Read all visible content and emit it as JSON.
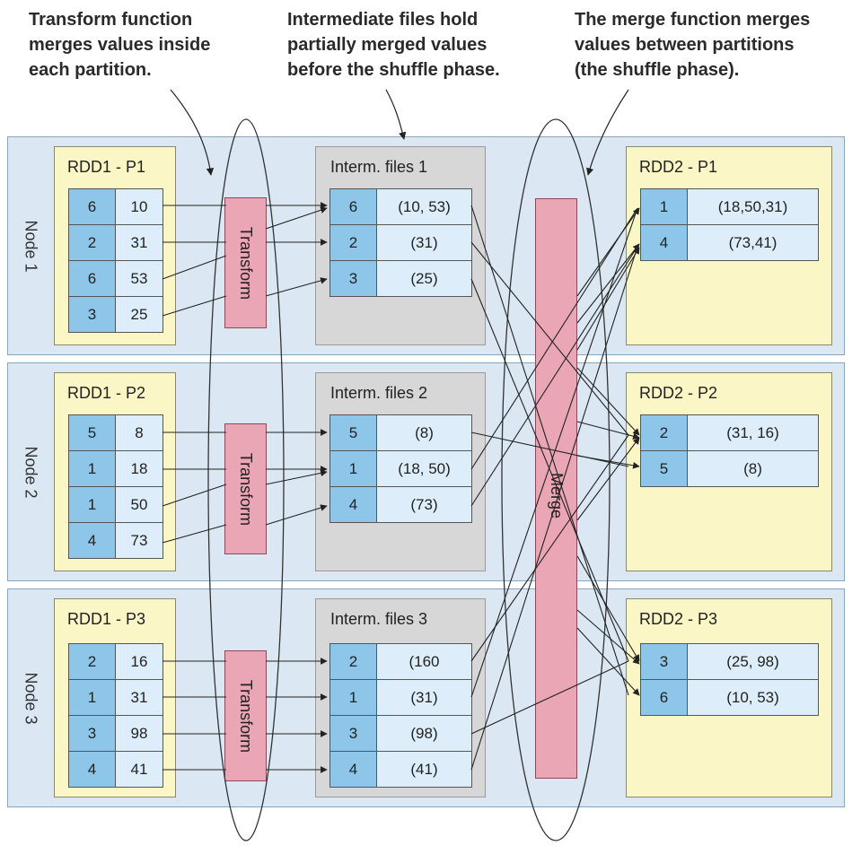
{
  "callouts": {
    "transform": "Transform function\nmerges values inside\neach partition.",
    "intermediate": "Intermediate files hold\npartially merged values\nbefore the shuffle phase.",
    "merge": "The merge function merges\nvalues between partitions\n(the shuffle phase)."
  },
  "nodes": [
    {
      "label": "Node 1",
      "rdd1": {
        "title": "RDD1 - P1",
        "rows": [
          [
            "6",
            "10"
          ],
          [
            "2",
            "31"
          ],
          [
            "6",
            "53"
          ],
          [
            "3",
            "25"
          ]
        ]
      },
      "transform": "Transform",
      "interm": {
        "title": "Interm. files 1",
        "rows": [
          [
            "6",
            "(10, 53)"
          ],
          [
            "2",
            "(31)"
          ],
          [
            "3",
            "(25)"
          ]
        ]
      },
      "rdd2": {
        "title": "RDD2 - P1",
        "rows": [
          [
            "1",
            "(18,50,31)"
          ],
          [
            "4",
            "(73,41)"
          ]
        ]
      }
    },
    {
      "label": "Node 2",
      "rdd1": {
        "title": "RDD1 - P2",
        "rows": [
          [
            "5",
            "8"
          ],
          [
            "1",
            "18"
          ],
          [
            "1",
            "50"
          ],
          [
            "4",
            "73"
          ]
        ]
      },
      "transform": "Transform",
      "interm": {
        "title": "Interm. files 2",
        "rows": [
          [
            "5",
            "(8)"
          ],
          [
            "1",
            "(18, 50)"
          ],
          [
            "4",
            "(73)"
          ]
        ]
      },
      "rdd2": {
        "title": "RDD2 - P2",
        "rows": [
          [
            "2",
            "(31, 16)"
          ],
          [
            "5",
            "(8)"
          ]
        ]
      }
    },
    {
      "label": "Node 3",
      "rdd1": {
        "title": "RDD1 - P3",
        "rows": [
          [
            "2",
            "16"
          ],
          [
            "1",
            "31"
          ],
          [
            "3",
            "98"
          ],
          [
            "4",
            "41"
          ]
        ]
      },
      "transform": "Transform",
      "interm": {
        "title": "Interm. files 3",
        "rows": [
          [
            "2",
            "(160"
          ],
          [
            "1",
            "(31)"
          ],
          [
            "3",
            "(98)"
          ],
          [
            "4",
            "(41)"
          ]
        ]
      },
      "rdd2": {
        "title": "RDD2 - P3",
        "rows": [
          [
            "3",
            "(25, 98)"
          ],
          [
            "6",
            "(10, 53)"
          ]
        ]
      }
    }
  ],
  "merge": "Merge"
}
